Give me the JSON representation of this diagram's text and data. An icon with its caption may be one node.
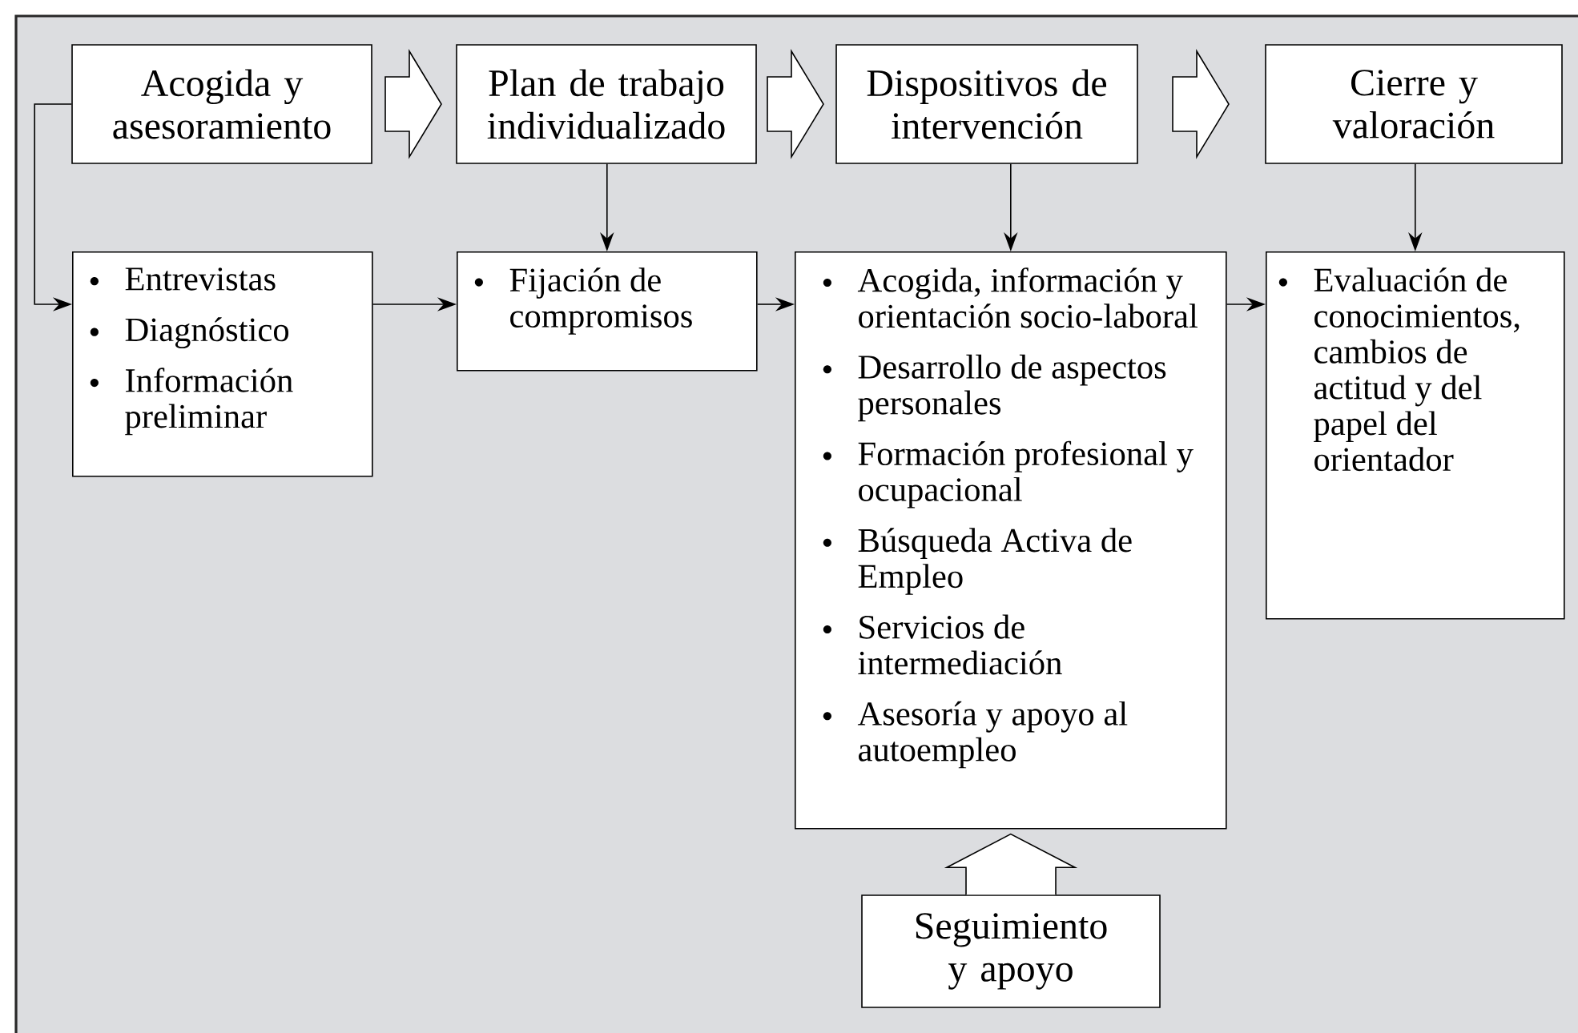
{
  "diagram": {
    "nodes": [
      {
        "text": [
          "Acogida y asesoramiento"
        ]
      },
      {
        "text": [
          "Plan de trabajo individualizado"
        ]
      },
      {
        "text": [
          "Dispositivos de intervención"
        ]
      },
      {
        "text": [
          "Cierre y valoración"
        ]
      },
      {
        "text": [
          "Entrevistas",
          "Diagnóstico",
          "Información preliminar"
        ]
      },
      {
        "text": [
          "Fijación de compromisos"
        ]
      },
      {
        "text": [
          "Acogida, información y orientación socio-laboral",
          "Desarrollo de aspectos personales",
          "Formación profesional y ocupacional",
          "Búsqueda Activa de Empleo",
          "Servicios de intermediación",
          "Asesoría y apoyo al autoempleo"
        ]
      },
      {
        "text": [
          "Evaluación de conocimientos, cambios de actitud y del papel del orientador"
        ]
      },
      {
        "text": [
          "Seguimiento y apoyo"
        ]
      }
    ],
    "edges": [
      {
        "from": 0,
        "to": 1,
        "arrow": "to",
        "style": "thick"
      },
      {
        "from": 1,
        "to": 2,
        "arrow": "to",
        "style": "thick"
      },
      {
        "from": 2,
        "to": 3,
        "arrow": "to",
        "style": "thick"
      },
      {
        "from": 0,
        "to": 4,
        "arrow": "to"
      },
      {
        "from": 1,
        "to": 5,
        "arrow": "to"
      },
      {
        "from": 2,
        "to": 6,
        "arrow": "to"
      },
      {
        "from": 3,
        "to": 7,
        "arrow": "to"
      },
      {
        "from": 4,
        "to": 5,
        "arrow": "to"
      },
      {
        "from": 5,
        "to": 6,
        "arrow": "to"
      },
      {
        "from": 6,
        "to": 7,
        "arrow": "to"
      },
      {
        "from": 8,
        "to": 6,
        "arrow": "to",
        "style": "thick"
      }
    ]
  }
}
